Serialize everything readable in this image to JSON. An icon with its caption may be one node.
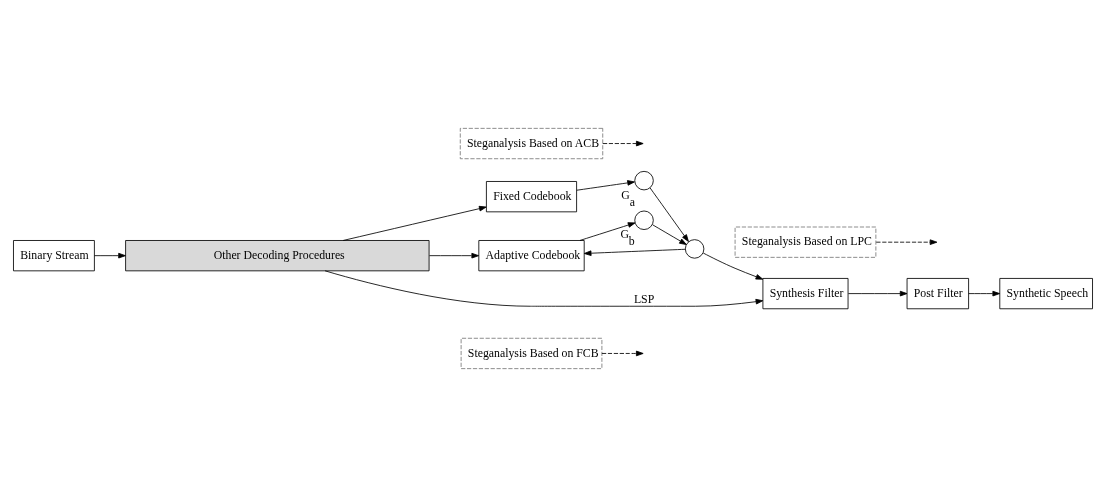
{
  "diagram": {
    "nodes": [
      {
        "text": [
          "Steganalysis Based on FCB"
        ]
      },
      {
        "text": [
          "Fixed Codebook"
        ]
      },
      {
        "text": [],
        "shape": "circle",
        "beside": [
          "G$_{a}$"
        ]
      },
      {
        "text": [
          "Adaptive Codebook"
        ]
      },
      {
        "text": [],
        "shape": "circle",
        "beside": [
          "G$_{b}$"
        ]
      },
      {
        "text": [],
        "shape": "circle"
      },
      {
        "text": [
          "Synthesis Filter"
        ]
      },
      {
        "text": [
          "Post Filter"
        ]
      },
      {
        "text": [
          "Synthetic Speech"
        ]
      },
      {
        "text": [
          "Steganalysis Based on ACB"
        ]
      },
      {
        "text": [
          "Steganalysis Based on LPC"
        ]
      },
      {
        "text": [
          "Other Decoding Procedures"
        ]
      },
      {
        "text": [
          "Binary Stream"
        ]
      }
    ],
    "edges": [
      {
        "from": 1,
        "to": 2,
        "arrow": "to"
      },
      {
        "from": 0,
        "to": null,
        "arrow": "to",
        "style": "dashed"
      },
      {
        "from": 2,
        "to": 5,
        "arrow": "to"
      },
      {
        "from": 3,
        "to": 4,
        "arrow": "to"
      },
      {
        "from": 9,
        "to": null,
        "arrow": "to",
        "style": "dashed"
      },
      {
        "from": 4,
        "to": 5,
        "arrow": "to"
      },
      {
        "from": 5,
        "to": 6,
        "arrow": "to"
      },
      {
        "from": 5,
        "to": 3,
        "arrow": "to"
      },
      {
        "from": 6,
        "to": 7,
        "arrow": "to"
      },
      {
        "from": 7,
        "to": 8,
        "arrow": "to"
      },
      {
        "from": 11,
        "to": 6,
        "arrow": "to",
        "label": "LSP"
      },
      {
        "from": 10,
        "to": null,
        "arrow": "to",
        "style": "dashed"
      },
      {
        "from": 11,
        "to": 1,
        "arrow": "to"
      },
      {
        "from": 11,
        "to": 3,
        "arrow": "to"
      },
      {
        "from": 12,
        "to": 11,
        "arrow": "to"
      }
    ]
  }
}
